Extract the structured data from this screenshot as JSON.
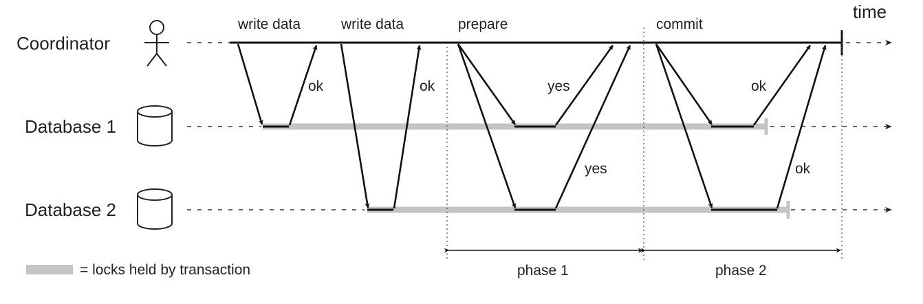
{
  "time_label": "time",
  "lanes": [
    {
      "id": "coordinator",
      "label": "Coordinator",
      "icon": "person-icon"
    },
    {
      "id": "db1",
      "label": "Database 1",
      "icon": "database-icon"
    },
    {
      "id": "db2",
      "label": "Database 2",
      "icon": "database-icon"
    }
  ],
  "messages": [
    {
      "label": "write data"
    },
    {
      "label": "write data"
    },
    {
      "label": "prepare"
    },
    {
      "label": "commit"
    }
  ],
  "responses": [
    {
      "label": "ok"
    },
    {
      "label": "ok"
    },
    {
      "label": "yes"
    },
    {
      "label": "yes"
    },
    {
      "label": "ok"
    },
    {
      "label": "ok"
    }
  ],
  "phases": [
    {
      "label": "phase 1"
    },
    {
      "label": "phase 2"
    }
  ],
  "legend": {
    "label": "= locks held by transaction",
    "lock_color": "#c4c4c4"
  }
}
